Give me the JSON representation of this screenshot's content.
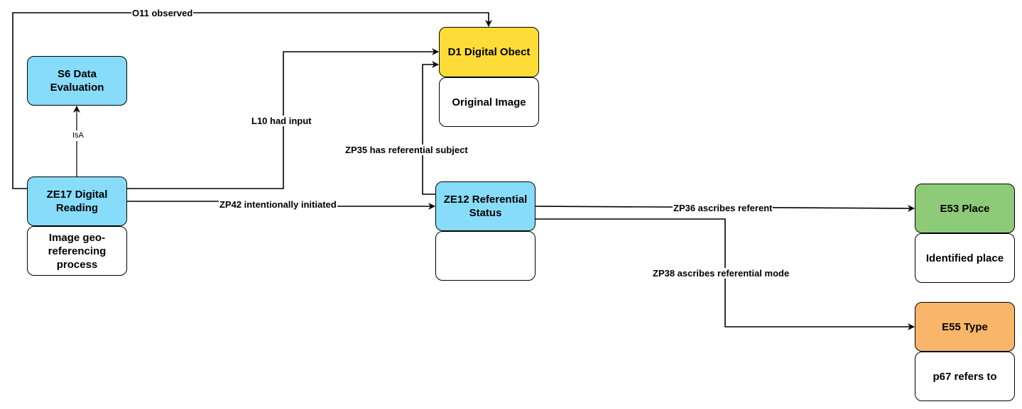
{
  "colors": {
    "blue": "#87dcfa",
    "yellow": "#fddc38",
    "green": "#8dcb79",
    "orange": "#f9b66a",
    "white": "#ffffff"
  },
  "nodes": {
    "s6": {
      "label": "S6 Data Evaluation",
      "color": "blue"
    },
    "ze17": {
      "label": "ZE17 Digital Reading",
      "color": "blue"
    },
    "ze17_note": {
      "label": "Image geo-referencing process",
      "color": "white"
    },
    "d1": {
      "label": "D1 Digital Obect",
      "color": "yellow"
    },
    "d1_note": {
      "label": "Original Image",
      "color": "white"
    },
    "ze12": {
      "label": "ZE12 Referential Status",
      "color": "blue"
    },
    "ze12_note": {
      "label": "",
      "color": "white"
    },
    "e53": {
      "label": "E53 Place",
      "color": "green"
    },
    "e53_note": {
      "label": "Identified place",
      "color": "white"
    },
    "e55": {
      "label": "E55 Type",
      "color": "orange"
    },
    "e55_note": {
      "label": "p67 refers to",
      "color": "white"
    }
  },
  "edges": {
    "o11": "O11 observed",
    "isa": "IsA",
    "l10": "L10 had input",
    "zp35": "ZP35 has referential subject",
    "zp42": "ZP42 intentionally initiated",
    "zp36": "ZP36 ascribes referent",
    "zp38": "ZP38 ascribes referential mode"
  }
}
